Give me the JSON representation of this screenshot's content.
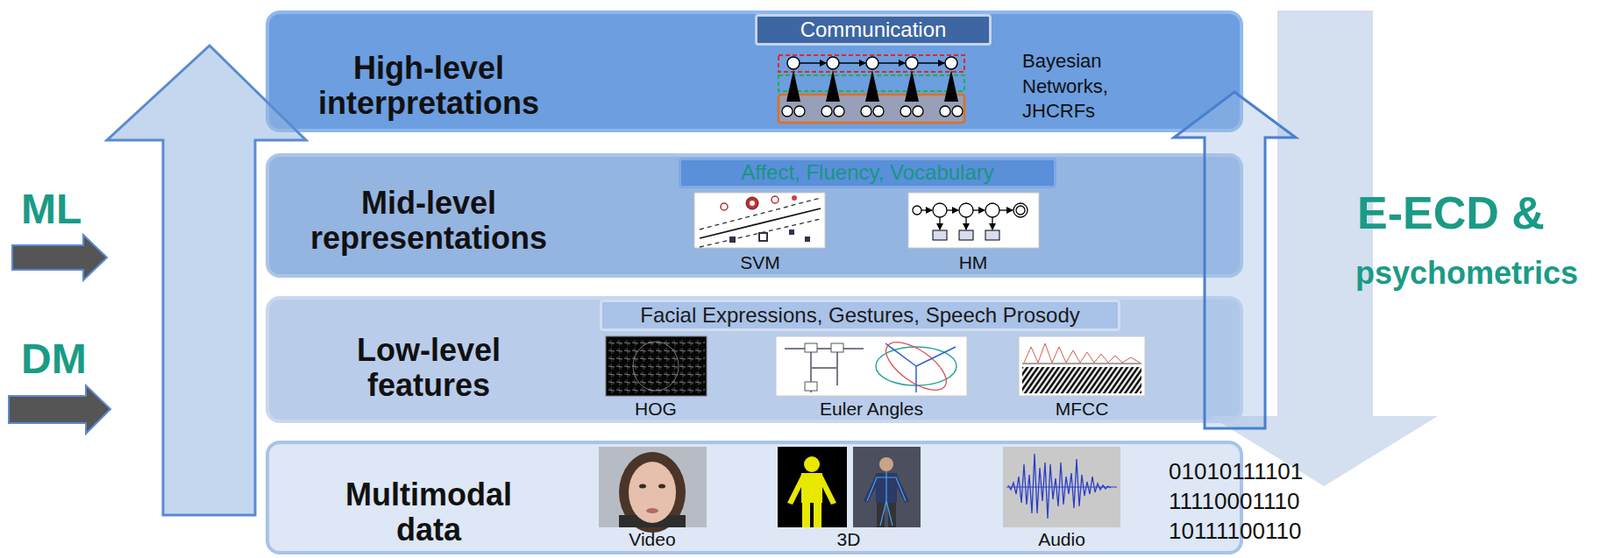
{
  "diagram": {
    "nodes": [
      {
        "text": [
          "High-level interpretations"
        ]
      },
      {
        "text": [
          "Communication"
        ],
        "in": 0
      },
      {
        "text": [
          "Mid-level representations"
        ]
      },
      {
        "text": [
          "Affect, Fluency, Vocabulary"
        ],
        "in": 2
      },
      {
        "text": [
          "Low-level features"
        ]
      },
      {
        "text": [
          "Facial Expressions, Gestures, Speech Prosody"
        ],
        "in": 4
      },
      {
        "text": [
          "Multimodal data"
        ]
      }
    ],
    "labels": [
      "ML",
      "DM",
      "E-ECD &",
      "psychometrics",
      "Bayesian Networks, JHCRFs",
      "SVM",
      "HM",
      "HOG",
      "Euler Angles",
      "MFCC",
      "Video",
      "3D",
      "Audio",
      "01010111101",
      "11110001110",
      "10111100110"
    ]
  }
}
